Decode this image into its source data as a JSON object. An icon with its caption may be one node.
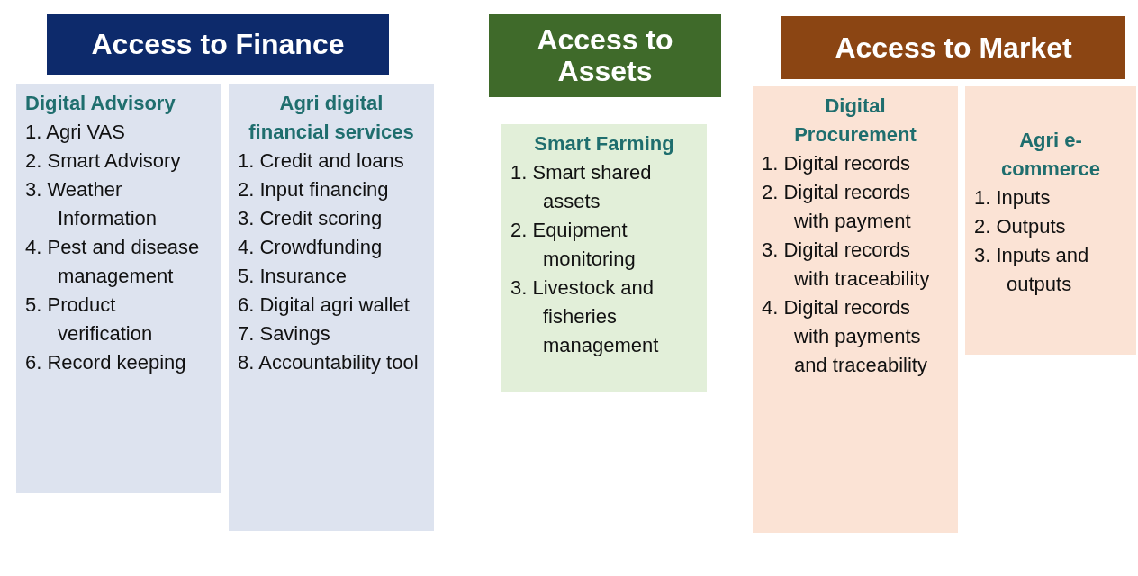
{
  "diagram": {
    "nodes": [
      {
        "text": [
          "Access to Finance"
        ]
      },
      {
        "text": [
          "Digital Advisory",
          "1. Agri VAS",
          "2. Smart Advisory",
          "3. Weather Information",
          "4. Pest and disease management",
          "5. Product verification",
          "6. Record keeping"
        ]
      },
      {
        "text": [
          "Agri digital financial services",
          "1. Credit and loans",
          "2. Input financing",
          "3. Credit scoring",
          "4. Crowdfunding",
          "5. Insurance",
          "6. Digital agri wallet",
          "7. Savings",
          "8. Accountability tool"
        ]
      },
      {
        "text": [
          "Access to Assets"
        ]
      },
      {
        "text": [
          "Smart Farming",
          "1. Smart shared assets",
          "2. Equipment monitoring",
          "3. Livestock and fisheries management"
        ]
      },
      {
        "text": [
          "Access to Market"
        ]
      },
      {
        "text": [
          "Digital Procurement",
          "1. Digital records",
          "2. Digital records with payment",
          "3. Digital records with traceability",
          "4. Digital records with payments and traceability"
        ]
      },
      {
        "text": [
          "Agri e-commerce",
          "1. Inputs",
          "2. Outputs",
          "3. Inputs and outputs"
        ]
      }
    ]
  }
}
